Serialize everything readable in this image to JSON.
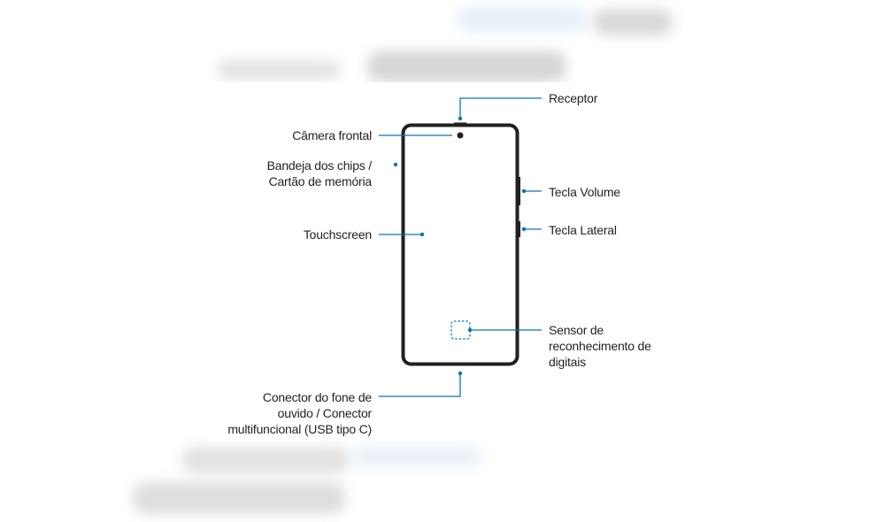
{
  "diagram": {
    "colors": {
      "leader_line": "#0a73b5",
      "phone_outline": "#231f20",
      "label_text": "#231f20"
    },
    "labels": {
      "receptor": "Receptor",
      "camera_frontal": "Câmera frontal",
      "bandeja_line1": "Bandeja dos chips /",
      "bandeja_line2": "Cartão de memória",
      "touchscreen": "Touchscreen",
      "tecla_volume": "Tecla Volume",
      "tecla_lateral": "Tecla Lateral",
      "sensor_line1": "Sensor de",
      "sensor_line2": "reconhecimento de",
      "sensor_line3": "digitais",
      "conector_line1": "Conector do fone de",
      "conector_line2": "ouvido / Conector",
      "conector_line3": "multifuncional (USB tipo C)"
    }
  }
}
